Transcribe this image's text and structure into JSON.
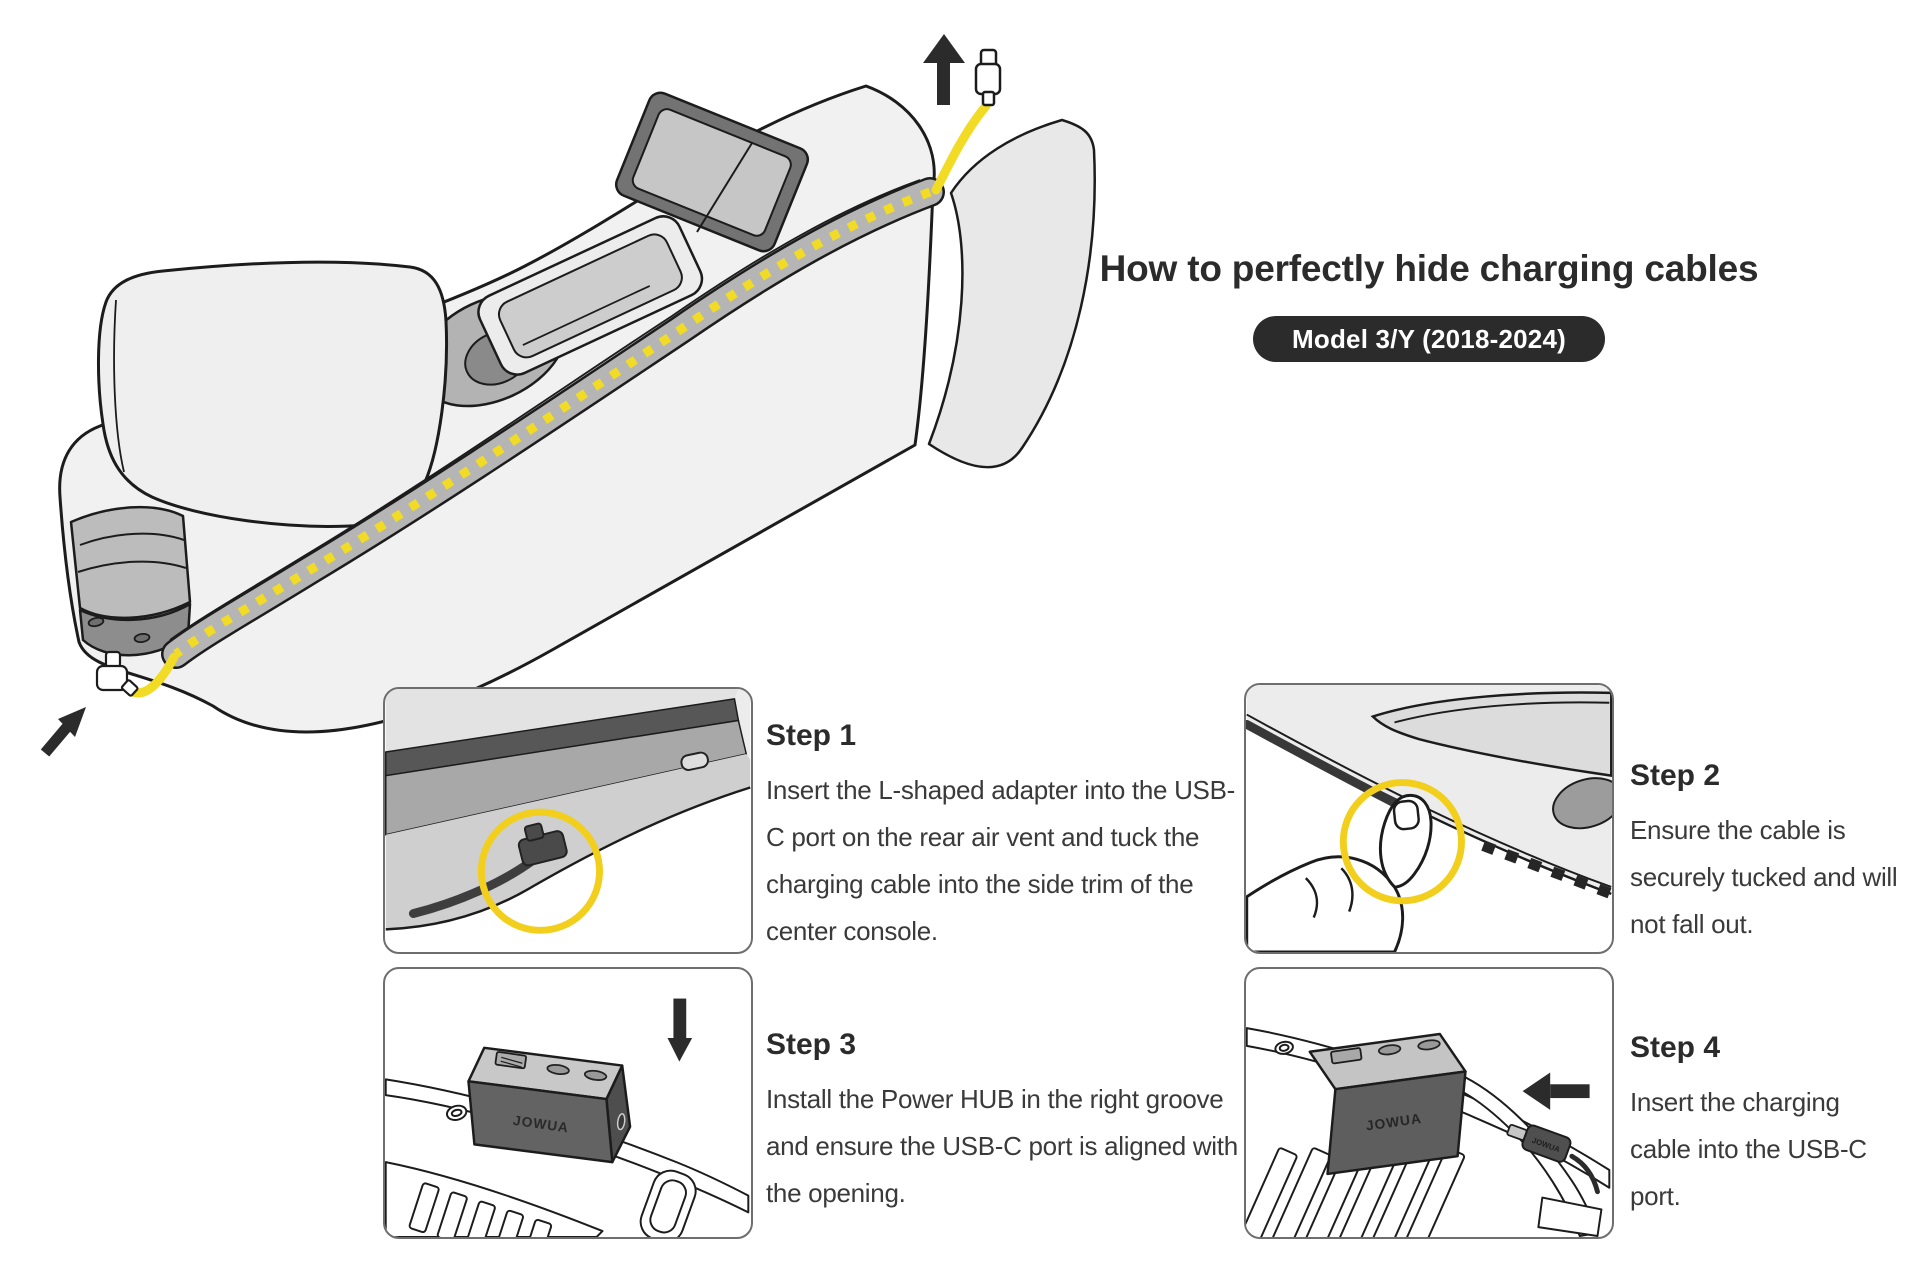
{
  "header": {
    "title": "How to perfectly hide charging cables",
    "badge": "Model 3/Y (2018-2024)"
  },
  "steps": [
    {
      "heading": "Step 1",
      "body": "Insert the L-shaped adapter into the USB-C port on the rear air vent and tuck the charging cable into the side trim of the center console."
    },
    {
      "heading": "Step 2",
      "body": "Ensure the cable is securely tucked and will not fall out."
    },
    {
      "heading": "Step 3",
      "body": "Install the Power HUB in the right groove and ensure the USB-C port is aligned with the opening."
    },
    {
      "heading": "Step 4",
      "body": "Insert the charging cable into the USB-C port."
    }
  ],
  "branding": {
    "hub_label": "JOWUA"
  },
  "colors": {
    "accent_yellow": "#F2DB25",
    "highlight_yellow": "#F2CF1D",
    "badge_bg": "#2B2B2B",
    "outline": "#1C1C1C",
    "text_dark": "#2B2B2B",
    "text_body": "#3A3A3A"
  },
  "icons": [
    "up-arrow-icon",
    "ne-arrow-icon",
    "down-arrow-icon",
    "left-arrow-icon",
    "usb-c-connector-icon",
    "l-shaped-adapter-icon",
    "highlight-circle"
  ]
}
